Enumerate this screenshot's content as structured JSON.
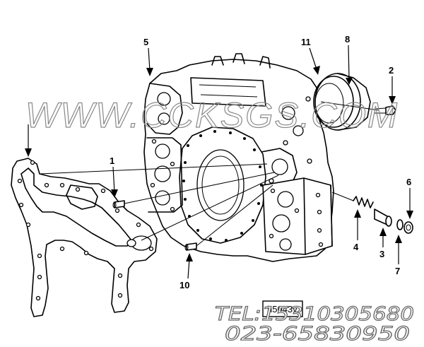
{
  "diagram": {
    "callouts": {
      "c1": "1",
      "c2": "2",
      "c3": "3",
      "c4": "4",
      "c5": "5",
      "c6": "6",
      "c7": "7",
      "c8": "8",
      "c10": "10",
      "c11": "11"
    },
    "drawing_code": "h5043y",
    "watermark": "WWW.CCKSGS.COM",
    "phone_1": "TEL:15310305680",
    "phone_2": "023-65830950"
  }
}
